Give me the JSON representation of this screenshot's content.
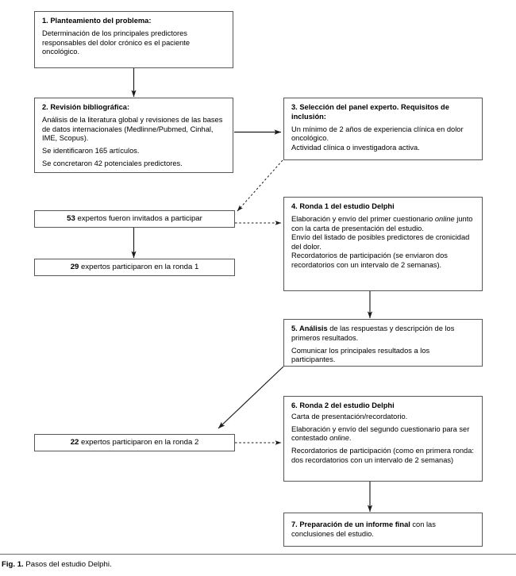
{
  "figure": {
    "caption_label": "Fig. 1.",
    "caption_text": "Pasos del estudio Delphi."
  },
  "nodes": {
    "step1": {
      "title": "1. Planteamiento del problema:",
      "body": "Determinación de los principales predictores responsables del dolor crónico es el paciente oncológico."
    },
    "step2": {
      "title": "2. Revisión bibliográfica:",
      "body1": "Análisis de la literatura global y revisiones de las bases de datos internacionales (Medlinne/Pubmed, Cinhal, IME, Scopus).",
      "body2": "Se identificaron 165 artículos.",
      "body3": "Se concretaron 42 potenciales predictores."
    },
    "step3": {
      "title": "3. Selección del panel experto. Requisitos de inclusión:",
      "body1": "Un mínimo de 2 años de experiencia clínica en dolor oncológico.",
      "body2": "Actividad clínica o investigadora activa."
    },
    "invited": {
      "number": "53",
      "text": " expertos fueron invitados a participar"
    },
    "round1_participants": {
      "number": "29",
      "text": " expertos participaron en la ronda 1"
    },
    "step4": {
      "title": "4. Ronda 1 del estudio Delphi",
      "body1_a": "Elaboración y envío del primer cuestionario ",
      "body1_italic": "online",
      "body1_b": " junto con la carta de presentación del estudio.",
      "body2": "Envío del listado de posibles predictores de cronicidad del dolor.",
      "body3": "Recordatorios de participación (se enviaron dos recordatorios con un intervalo de 2 semanas)."
    },
    "step5": {
      "title": "5. Análisis",
      "title_rest": " de las respuestas y descripción de los primeros resultados.",
      "body2": "Comunicar los principales resultados a los participantes."
    },
    "round2_participants": {
      "number": "22",
      "text": " expertos participaron en la ronda 2"
    },
    "step6": {
      "title": "6. Ronda 2 del estudio Delphi",
      "body1": "Carta de presentación/recordatorio.",
      "body2_a": "Elaboración y envío del segundo cuestionario para ser contestado ",
      "body2_italic": "online",
      "body2_b": ".",
      "body3": "Recordatorios de participación (como en primera ronda: dos recordatorios con un intervalo de 2 semanas)"
    },
    "step7": {
      "title": "7. Preparación de un informe final",
      "title_rest": " con las conclusiones del estudio."
    }
  },
  "connectors": [
    {
      "name": "arrow-step1-to-step2",
      "style": "solid",
      "from": "step1",
      "to": "step2"
    },
    {
      "name": "arrow-step2-to-step3",
      "style": "solid",
      "from": "step2",
      "to": "step3"
    },
    {
      "name": "arrow-step3-to-invited",
      "style": "dashed",
      "from": "step3",
      "to": "invited"
    },
    {
      "name": "arrow-invited-to-round1",
      "style": "solid",
      "from": "invited",
      "to": "round1_participants"
    },
    {
      "name": "arrow-round1-to-step4",
      "style": "dashed",
      "from": "round1_participants",
      "to": "step4"
    },
    {
      "name": "arrow-step4-to-step5",
      "style": "solid",
      "from": "step4",
      "to": "step5"
    },
    {
      "name": "arrow-step5-to-round2",
      "style": "solid",
      "from": "step5",
      "to": "round2_participants"
    },
    {
      "name": "arrow-round2-to-step6",
      "style": "dashed",
      "from": "round2_participants",
      "to": "step6"
    },
    {
      "name": "arrow-step6-to-step7",
      "style": "solid",
      "from": "step6",
      "to": "step7"
    }
  ],
  "colors": {
    "box_border": "#575757",
    "connector": "#1a1a1a",
    "background": "#ffffff",
    "text": "#000000"
  }
}
